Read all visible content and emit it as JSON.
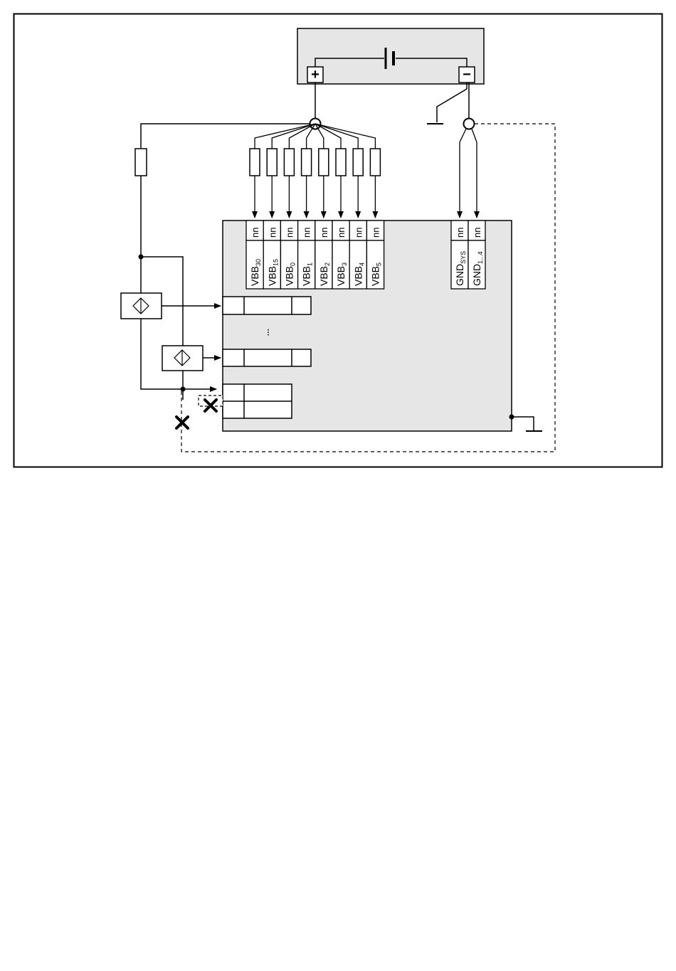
{
  "battery": {
    "plus_symbol": "+",
    "minus_symbol": "−"
  },
  "terminals": {
    "pin_text": "nn",
    "supply": [
      {
        "base": "VBB",
        "sub": "30"
      },
      {
        "base": "VBB",
        "sub": "15"
      },
      {
        "base": "VBB",
        "sub": "0"
      },
      {
        "base": "VBB",
        "sub": "1"
      },
      {
        "base": "VBB",
        "sub": "2"
      },
      {
        "base": "VBB",
        "sub": "3"
      },
      {
        "base": "VBB",
        "sub": "4"
      },
      {
        "base": "VBB",
        "sub": "5"
      }
    ],
    "ground": [
      {
        "base": "GND",
        "sub": "SYS"
      },
      {
        "base": "GND",
        "sub": "1...4"
      }
    ]
  },
  "inputs": {
    "ellipsis": "⁝"
  },
  "colors": {
    "fill_gray": "#e6e6e6",
    "line": "#000000"
  }
}
